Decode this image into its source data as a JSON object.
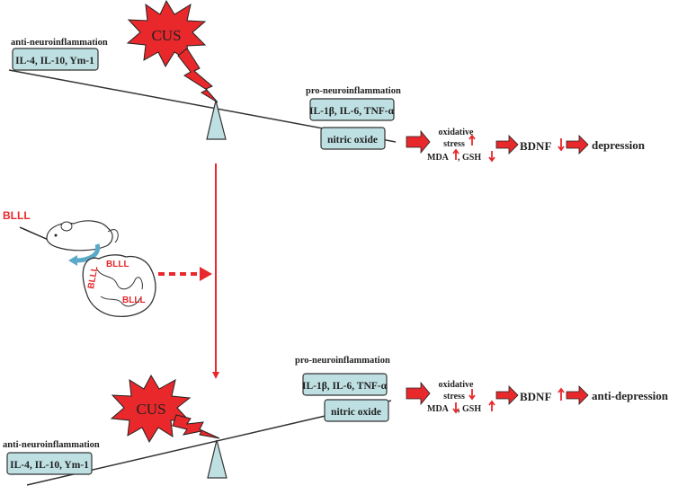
{
  "top": {
    "cus_label": "CUS",
    "anti_title": "anti-neuroinflammation",
    "anti_box": "IL-4, IL-10, Ym-1",
    "pro_title": "pro-neuroinflammation",
    "pro_box1": "IL-1β, IL-6, TNF-α",
    "pro_box2": "nitric oxide",
    "oxidative": "oxidative",
    "stress": "stress",
    "mda": "MDA",
    "gsh": ", GSH",
    "bdnf": "BDNF",
    "outcome": "depression"
  },
  "middle": {
    "blll_main": "BLLL",
    "blll_gut1": "BLLL",
    "blll_gut2": "BLLL",
    "blll_gut3": "BLLL"
  },
  "bottom": {
    "cus_label": "CUS",
    "anti_title": "anti-neuroinflammation",
    "anti_box": "IL-4, IL-10, Ym-1",
    "pro_title": "pro-neuroinflammation",
    "pro_box1": "IL-1β, IL-6, TNF-α",
    "pro_box2": "nitric oxide",
    "oxidative": "oxidative",
    "stress": "stress",
    "mda": "MDA",
    "gsh": ", GSH",
    "bdnf": "BDNF",
    "outcome": "anti-depression"
  },
  "colors": {
    "red": "#e8282b",
    "box_fill": "#bfe0e3",
    "stroke": "#333333"
  }
}
